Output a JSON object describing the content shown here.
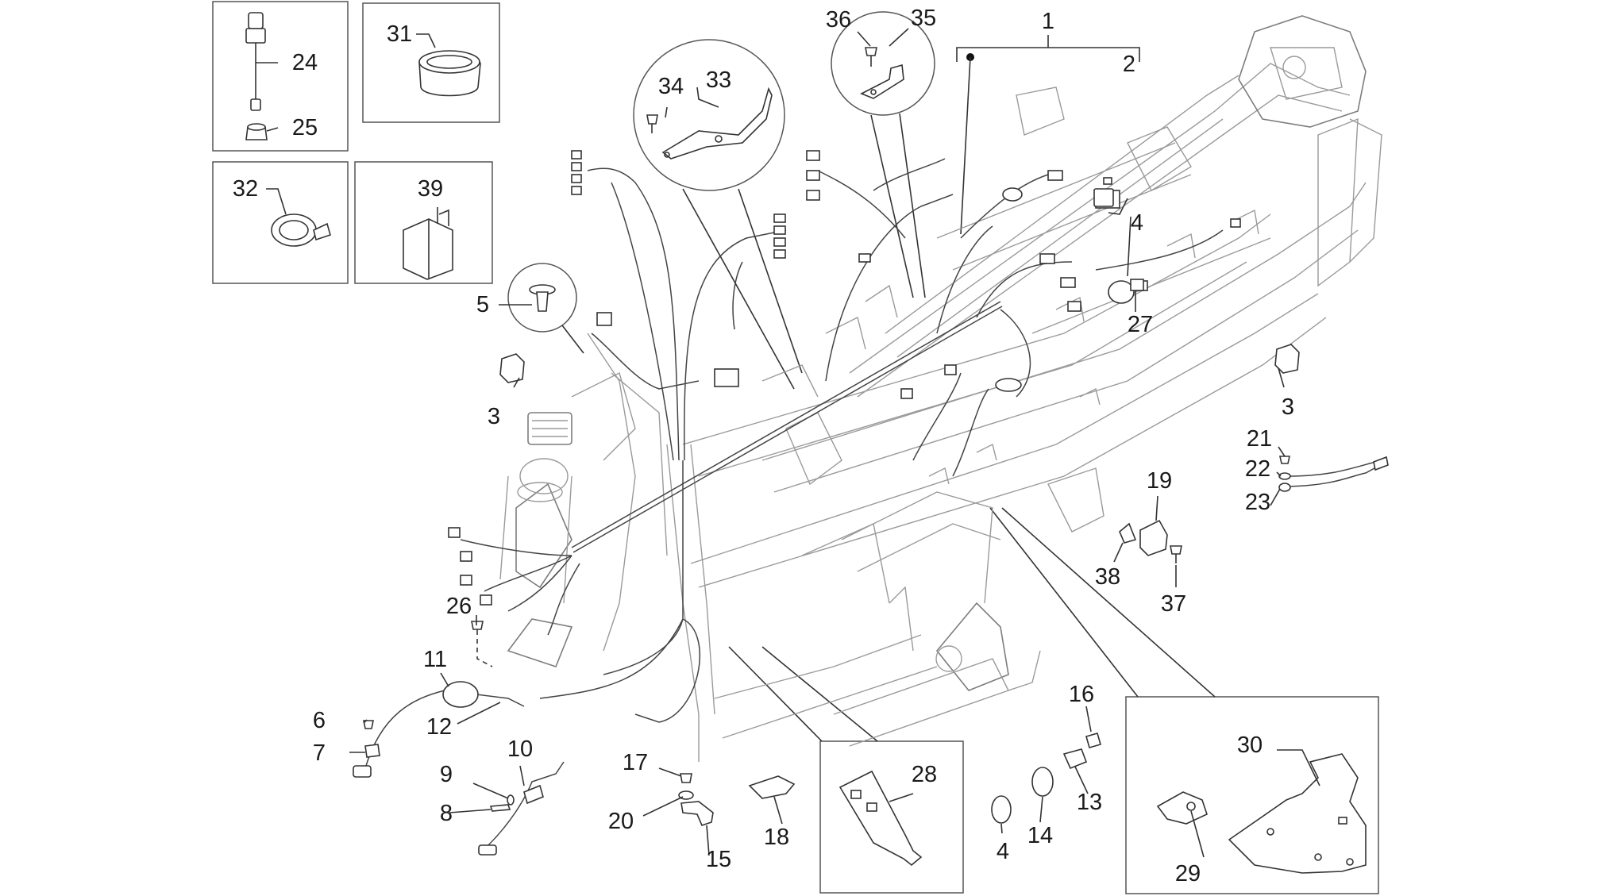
{
  "labels": [
    "1",
    "2",
    "3",
    "3",
    "4",
    "4",
    "5",
    "6",
    "7",
    "8",
    "9",
    "10",
    "11",
    "12",
    "13",
    "14",
    "15",
    "16",
    "17",
    "18",
    "19",
    "20",
    "21",
    "22",
    "23",
    "24",
    "25",
    "26",
    "27",
    "28",
    "29",
    "30",
    "31",
    "32",
    "33",
    "34",
    "35",
    "36",
    "37",
    "38",
    "39"
  ],
  "line_color": "#333333",
  "frame_color": "#9a9a9a"
}
